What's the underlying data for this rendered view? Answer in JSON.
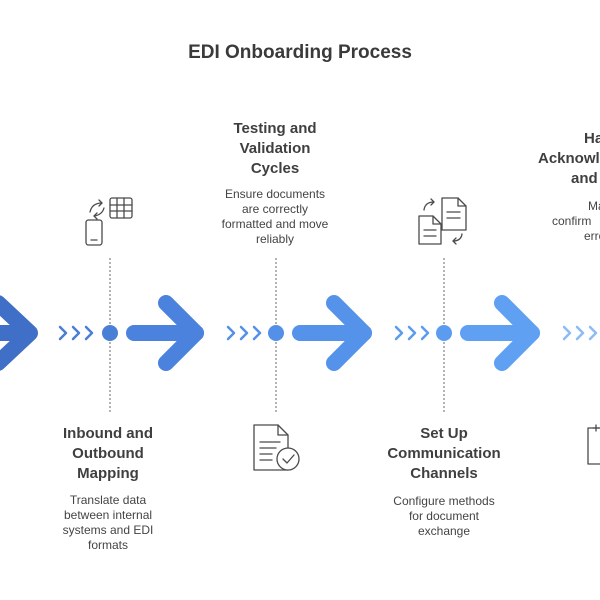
{
  "title": "EDI Onboarding Process",
  "steps": [
    {
      "title": "Inbound and Outbound Mapping",
      "title_lines": [
        "Inbound and",
        "Outbound",
        "Mapping"
      ],
      "desc_lines": [
        "Translate data",
        "between internal",
        "systems and EDI",
        "formats"
      ],
      "icon": "sync-table-phone-icon",
      "position": "below"
    },
    {
      "title": "Testing and Validation Cycles",
      "title_lines": [
        "Testing and",
        "Validation",
        "Cycles"
      ],
      "desc_lines": [
        "Ensure documents",
        "are correctly",
        "formatted and move",
        "reliably"
      ],
      "icon": "document-check-icon",
      "position": "above"
    },
    {
      "title": "Set Up Communication Channels",
      "title_lines": [
        "Set Up",
        "Communication",
        "Channels"
      ],
      "desc_lines": [
        "Configure methods",
        "for document",
        "exchange"
      ],
      "icon": "document-exchange-icon",
      "position": "below"
    },
    {
      "title_lines": [
        "Ha",
        "Acknowl",
        "and"
      ],
      "desc_lines": [
        "Ma",
        "confirm",
        "erro"
      ],
      "icon": "document-icon",
      "position": "above"
    }
  ],
  "colors": {
    "arrow_1": "#3f6fc6",
    "arrow_2": "#4a82de",
    "arrow_3": "#5592ea",
    "arrow_4": "#60a0f2",
    "chevrons_4": "#8cbcf6",
    "connector": "#6a6a6a",
    "icon_stroke": "#4a4a4a"
  }
}
